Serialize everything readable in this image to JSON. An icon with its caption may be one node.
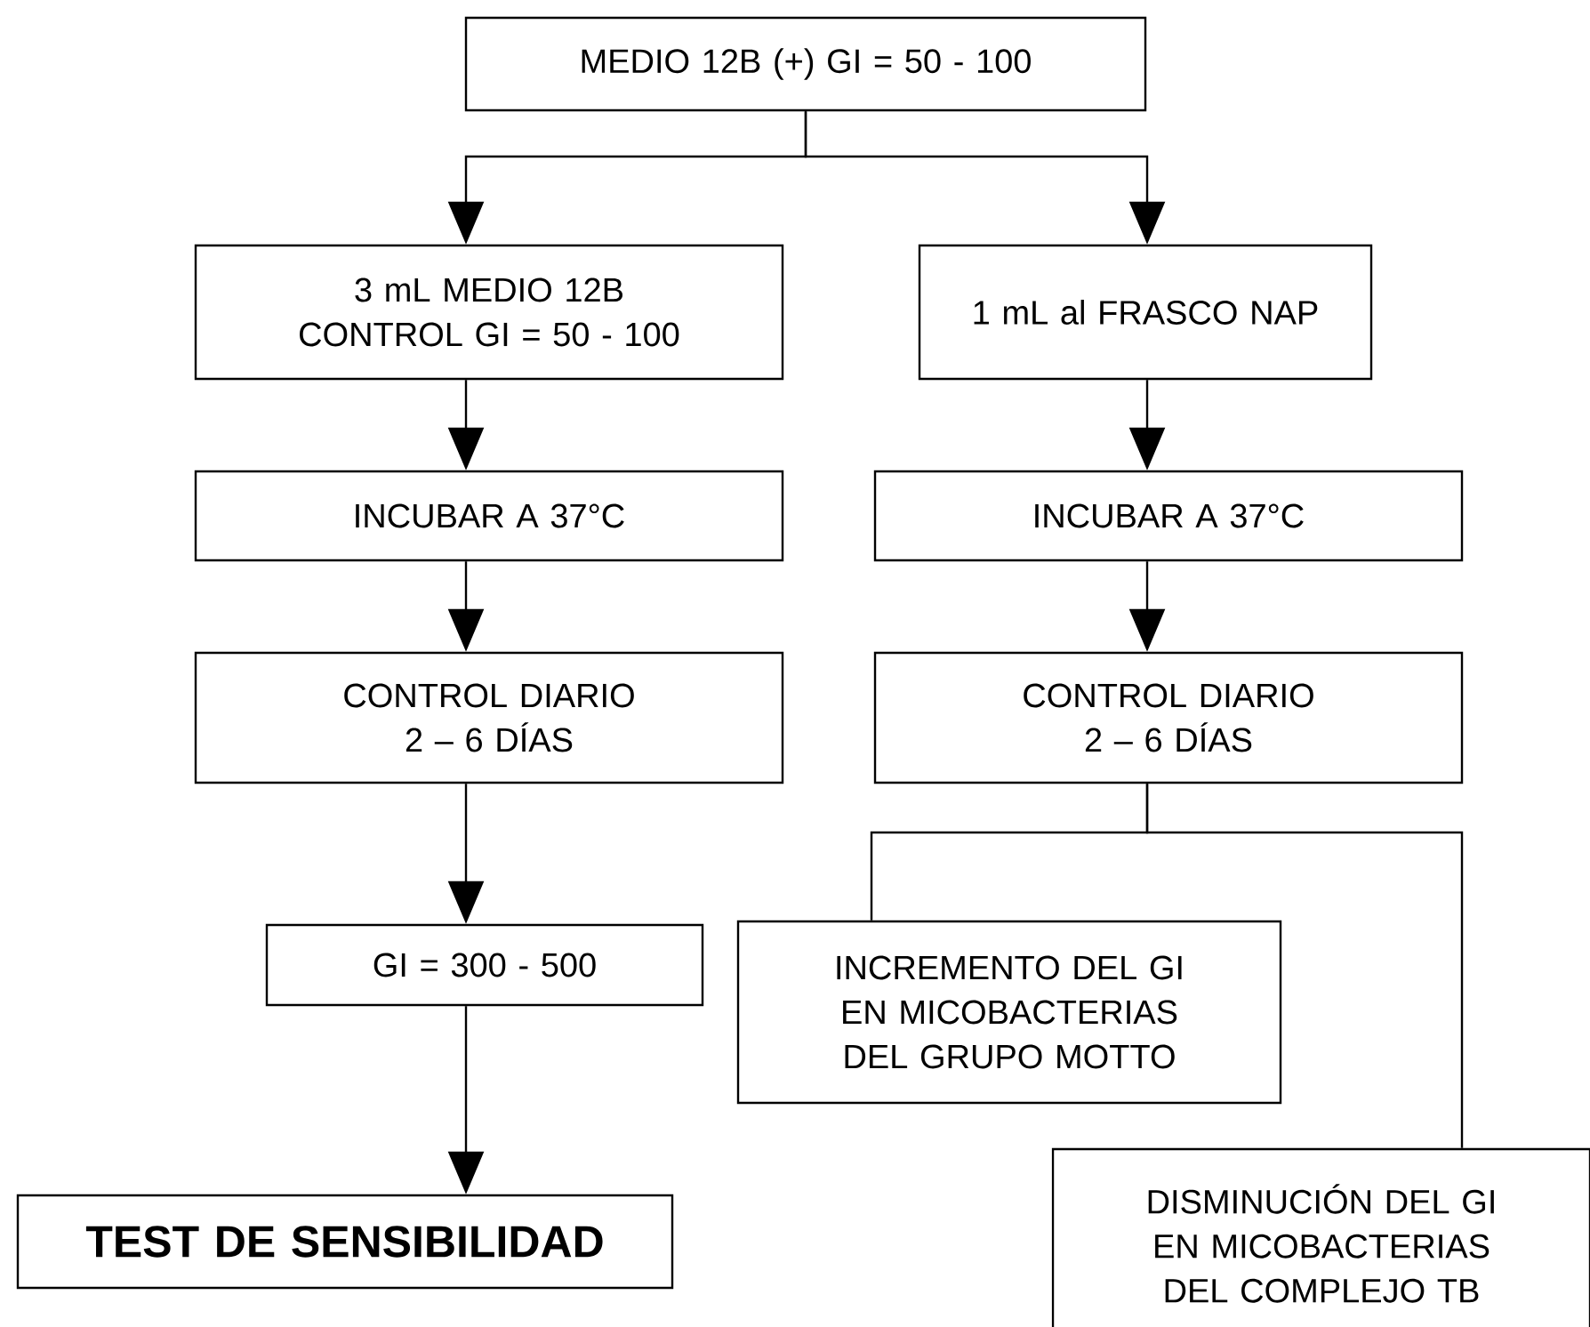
{
  "diagram": {
    "nodes": [
      {
        "text": [
          "MEDIO 12B (+) GI = 50 - 100"
        ]
      },
      {
        "text": [
          "3 mL MEDIO 12B CONTROL GI = 50 - 100"
        ]
      },
      {
        "text": [
          "1 mL al FRASCO NAP"
        ]
      },
      {
        "text": [
          "INCUBAR A 37°C"
        ]
      },
      {
        "text": [
          "INCUBAR A 37°C"
        ]
      },
      {
        "text": [
          "CONTROL DIARIO 2 – 6 DÍAS"
        ]
      },
      {
        "text": [
          "CONTROL DIARIO 2 – 6 DÍAS"
        ]
      },
      {
        "text": [
          "GI = 300 - 500"
        ]
      },
      {
        "text": [
          "TEST DE SENSIBILIDAD"
        ]
      },
      {
        "text": [
          "INCREMENTO DEL GI EN MICOBACTERIAS DEL GRUPO MOTTO"
        ]
      },
      {
        "text": [
          "DISMINUCIÓN DEL GI EN MICOBACTERIAS DEL COMPLEJO TB"
        ]
      }
    ],
    "edges": [
      {
        "from": 0,
        "to": 1,
        "arrow": "to"
      },
      {
        "from": 0,
        "to": 2,
        "arrow": "to"
      },
      {
        "from": 1,
        "to": 3,
        "arrow": "to"
      },
      {
        "from": 3,
        "to": 5,
        "arrow": "to"
      },
      {
        "from": 5,
        "to": 7,
        "arrow": "to"
      },
      {
        "from": 7,
        "to": 8,
        "arrow": "to"
      },
      {
        "from": 2,
        "to": 4,
        "arrow": "to"
      },
      {
        "from": 4,
        "to": 6,
        "arrow": "to"
      },
      {
        "from": 6,
        "to": 9,
        "arrow": "none"
      },
      {
        "from": 6,
        "to": 10,
        "arrow": "none"
      }
    ]
  }
}
